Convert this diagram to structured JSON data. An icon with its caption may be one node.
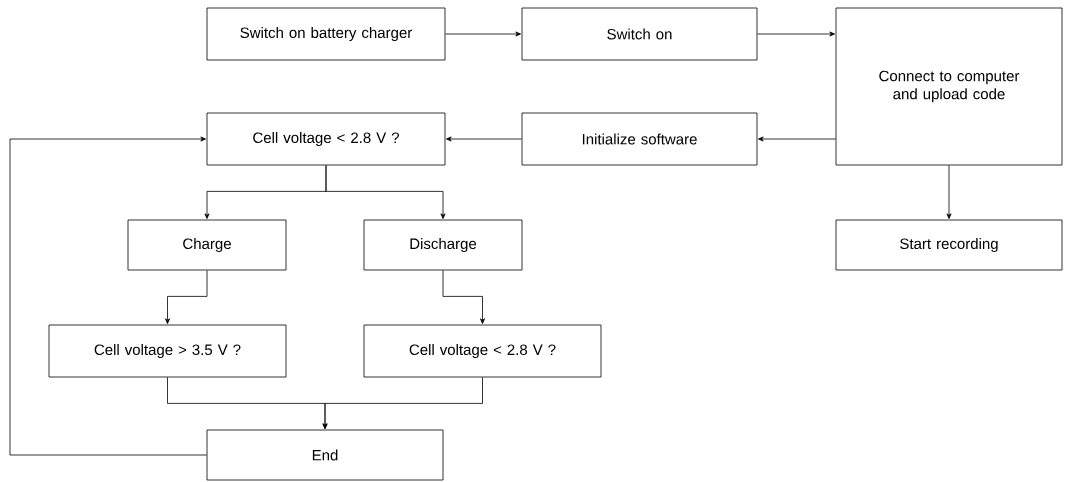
{
  "diagram": {
    "nodes": [
      {
        "text": [
          "Switch on battery charger"
        ]
      },
      {
        "text": [
          "Switch on"
        ]
      },
      {
        "text": [
          "Connect to computer and upload code"
        ]
      },
      {
        "text": [
          "Initialize software"
        ]
      },
      {
        "text": [
          "Cell voltage < 2.8 V ?"
        ]
      },
      {
        "text": [
          "Start recording"
        ]
      },
      {
        "text": [
          "Charge"
        ]
      },
      {
        "text": [
          "Discharge"
        ]
      },
      {
        "text": [
          "Cell voltage > 3.5 V ?"
        ]
      },
      {
        "text": [
          "Cell voltage < 2.8 V ?"
        ]
      },
      {
        "text": [
          "End"
        ]
      }
    ],
    "edges": [
      {
        "from": 0,
        "to": 1,
        "arrow": "to"
      },
      {
        "from": 1,
        "to": 2,
        "arrow": "to"
      },
      {
        "from": 2,
        "to": 3,
        "arrow": "to"
      },
      {
        "from": 3,
        "to": 4,
        "arrow": "to"
      },
      {
        "from": 2,
        "to": 5,
        "arrow": "to"
      },
      {
        "from": 4,
        "to": 6,
        "arrow": "to"
      },
      {
        "from": 4,
        "to": 7,
        "arrow": "to"
      },
      {
        "from": 6,
        "to": 8,
        "arrow": "to"
      },
      {
        "from": 7,
        "to": 9,
        "arrow": "to"
      },
      {
        "from": 8,
        "to": 10,
        "arrow": "to"
      },
      {
        "from": 9,
        "to": 10,
        "arrow": "to"
      },
      {
        "from": 10,
        "to": 4,
        "arrow": "to"
      }
    ]
  }
}
